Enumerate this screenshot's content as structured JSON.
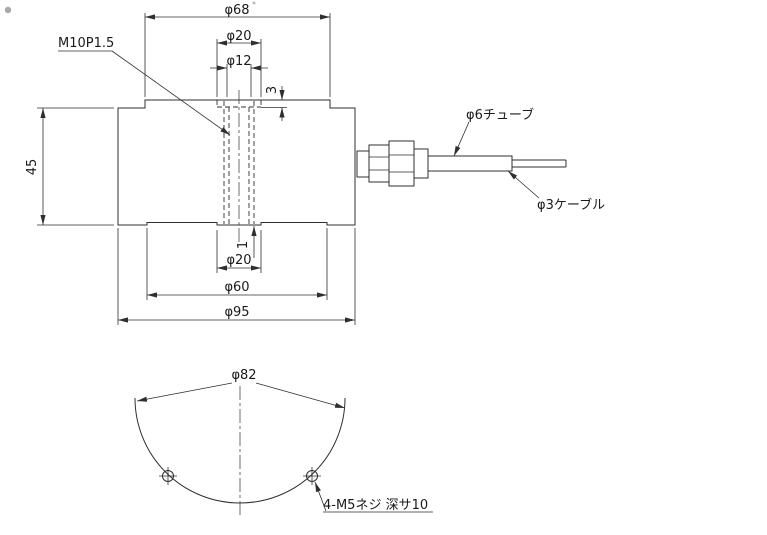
{
  "colors": {
    "line": "#2f2f2f",
    "text": "#1a1a1a",
    "dot": "#a8a8a8"
  },
  "side_view": {
    "dims": {
      "phi68": "φ68",
      "phi20_top": "φ20",
      "phi12": "φ12",
      "recess_depth": "3",
      "height": "45",
      "boss_step": "1",
      "phi20_bottom": "φ20",
      "phi60": "φ60",
      "phi95": "φ95"
    },
    "labels": {
      "thread": "M10P1.5",
      "tube": "φ6チューブ",
      "cable": "φ3ケーブル"
    }
  },
  "bottom_view": {
    "dims": {
      "bolt_circle": "φ82"
    },
    "labels": {
      "holes": "4-M5ネジ 深サ10"
    }
  }
}
